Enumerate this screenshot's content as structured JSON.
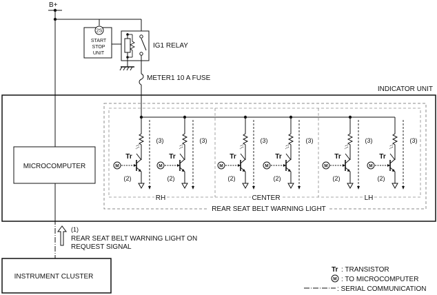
{
  "labels": {
    "b_plus": "B+",
    "start_stop_unit": [
      "START",
      "STOP",
      "UNIT"
    ],
    "ig1_relay": "IG1 RELAY",
    "fuse": "METER1 10 A FUSE",
    "indicator_unit": "INDICATOR UNIT",
    "microcomputer": "MICROCOMPUTER",
    "instrument_cluster": "INSTRUMENT CLUSTER",
    "signal_number": "(1)",
    "signal_text": [
      "REAR SEAT BELT WARNING LIGHT ON",
      "REQUEST SIGNAL"
    ],
    "rh": "RH",
    "center": "CENTER",
    "lh": "LH",
    "group_title": "REAR SEAT BELT WARNING LIGHT",
    "tr": "Tr",
    "m": "M",
    "two_s": "2S",
    "call_2": "(2)",
    "call_3": "(3)"
  },
  "legend": {
    "tr_key": "Tr",
    "tr_text": ": TRANSISTOR",
    "m_key": "M",
    "m_text": ": TO MICROCOMPUTER",
    "serial_text": ": SERIAL COMMUNICATION"
  },
  "colors": {
    "line": "#111111",
    "dashed_frame": "#8a8a8a"
  }
}
